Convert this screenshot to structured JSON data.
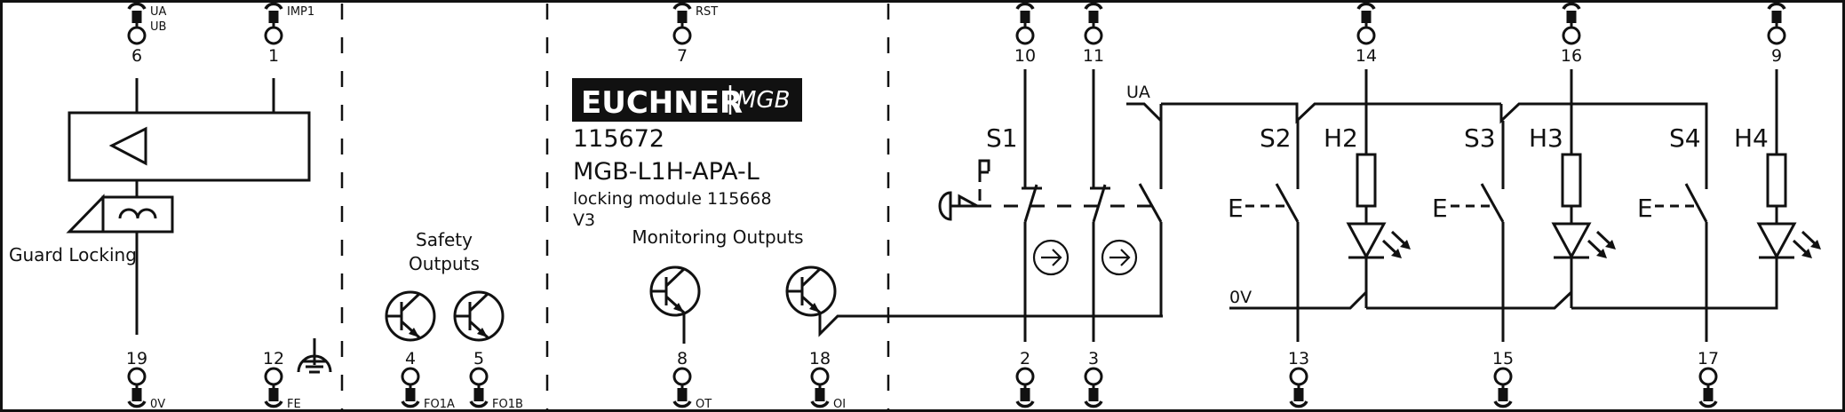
{
  "colors": {
    "line": "#111111",
    "background": "#ffffff",
    "logo_bg": "#111111",
    "logo_text": "#ffffff"
  },
  "header": {
    "logo_brand": "EUCHNER",
    "logo_product": "MGB",
    "article_number": "115672",
    "model": "MGB-L1H-APA-L",
    "module_description": "locking module 115668",
    "version": "V3"
  },
  "sections": {
    "guard_locking": "Guard Locking",
    "safety_outputs_line1": "Safety",
    "safety_outputs_line2": "Outputs",
    "monitoring_outputs": "Monitoring Outputs"
  },
  "terminals_top": [
    {
      "pin": "6",
      "signal": "UA",
      "signal2": "UB"
    },
    {
      "pin": "1",
      "signal": "IMP1"
    },
    {
      "pin": "7",
      "signal": "RST"
    },
    {
      "pin": "10",
      "signal": ""
    },
    {
      "pin": "11",
      "signal": ""
    },
    {
      "pin": "14",
      "signal": ""
    },
    {
      "pin": "16",
      "signal": ""
    },
    {
      "pin": "9",
      "signal": ""
    }
  ],
  "terminals_bottom": [
    {
      "pin": "19",
      "signal": "0V"
    },
    {
      "pin": "12",
      "signal": "FE"
    },
    {
      "pin": "4",
      "signal": "FO1A"
    },
    {
      "pin": "5",
      "signal": "FO1B"
    },
    {
      "pin": "8",
      "signal": "OT"
    },
    {
      "pin": "18",
      "signal": "OI"
    },
    {
      "pin": "2",
      "signal": ""
    },
    {
      "pin": "3",
      "signal": ""
    },
    {
      "pin": "13",
      "signal": ""
    },
    {
      "pin": "15",
      "signal": ""
    },
    {
      "pin": "17",
      "signal": ""
    }
  ],
  "components": {
    "s1": "S1",
    "s2": "S2",
    "s3": "S3",
    "s4": "S4",
    "h2": "H2",
    "h3": "H3",
    "h4": "H4",
    "e_label": "E",
    "ua_rail": "UA",
    "zero_v_rail": "0V"
  },
  "icons": [
    "terminal-icon",
    "amplifier-triangle-icon",
    "solenoid-coil-icon",
    "earth-ground-icon",
    "npn-transistor-icon",
    "emergency-stop-icon",
    "positive-opening-arrow-icon",
    "resistor-icon",
    "led-icon",
    "switch-contact-icon"
  ]
}
